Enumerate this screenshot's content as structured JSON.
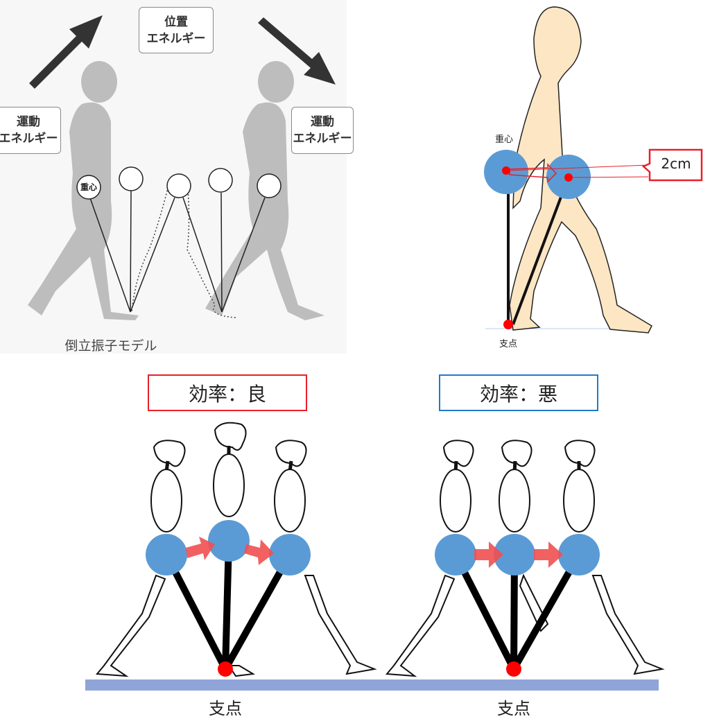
{
  "top_left": {
    "potential_energy": [
      "位置",
      "エネルギー"
    ],
    "kinetic_energy_left": [
      "運動",
      "エネルギー"
    ],
    "kinetic_energy_right": [
      "運動",
      "エネルギー"
    ],
    "center_of_mass": "重心",
    "caption": "倒立振子モデル"
  },
  "top_right": {
    "center_of_mass": "重心",
    "displacement": "2cm",
    "pivot": "支点"
  },
  "bottom_left": {
    "title": "効率：良",
    "pivot": "支点",
    "border_color": "#e8202a"
  },
  "bottom_right": {
    "title": "効率：悪",
    "pivot": "支点",
    "border_color": "#1f7ac8"
  },
  "colors": {
    "com": "#5b9bd5",
    "pivot": "#ff0000",
    "arrow": "#f05050",
    "ground": "#8fa5d8",
    "body": "#fde6c4"
  }
}
